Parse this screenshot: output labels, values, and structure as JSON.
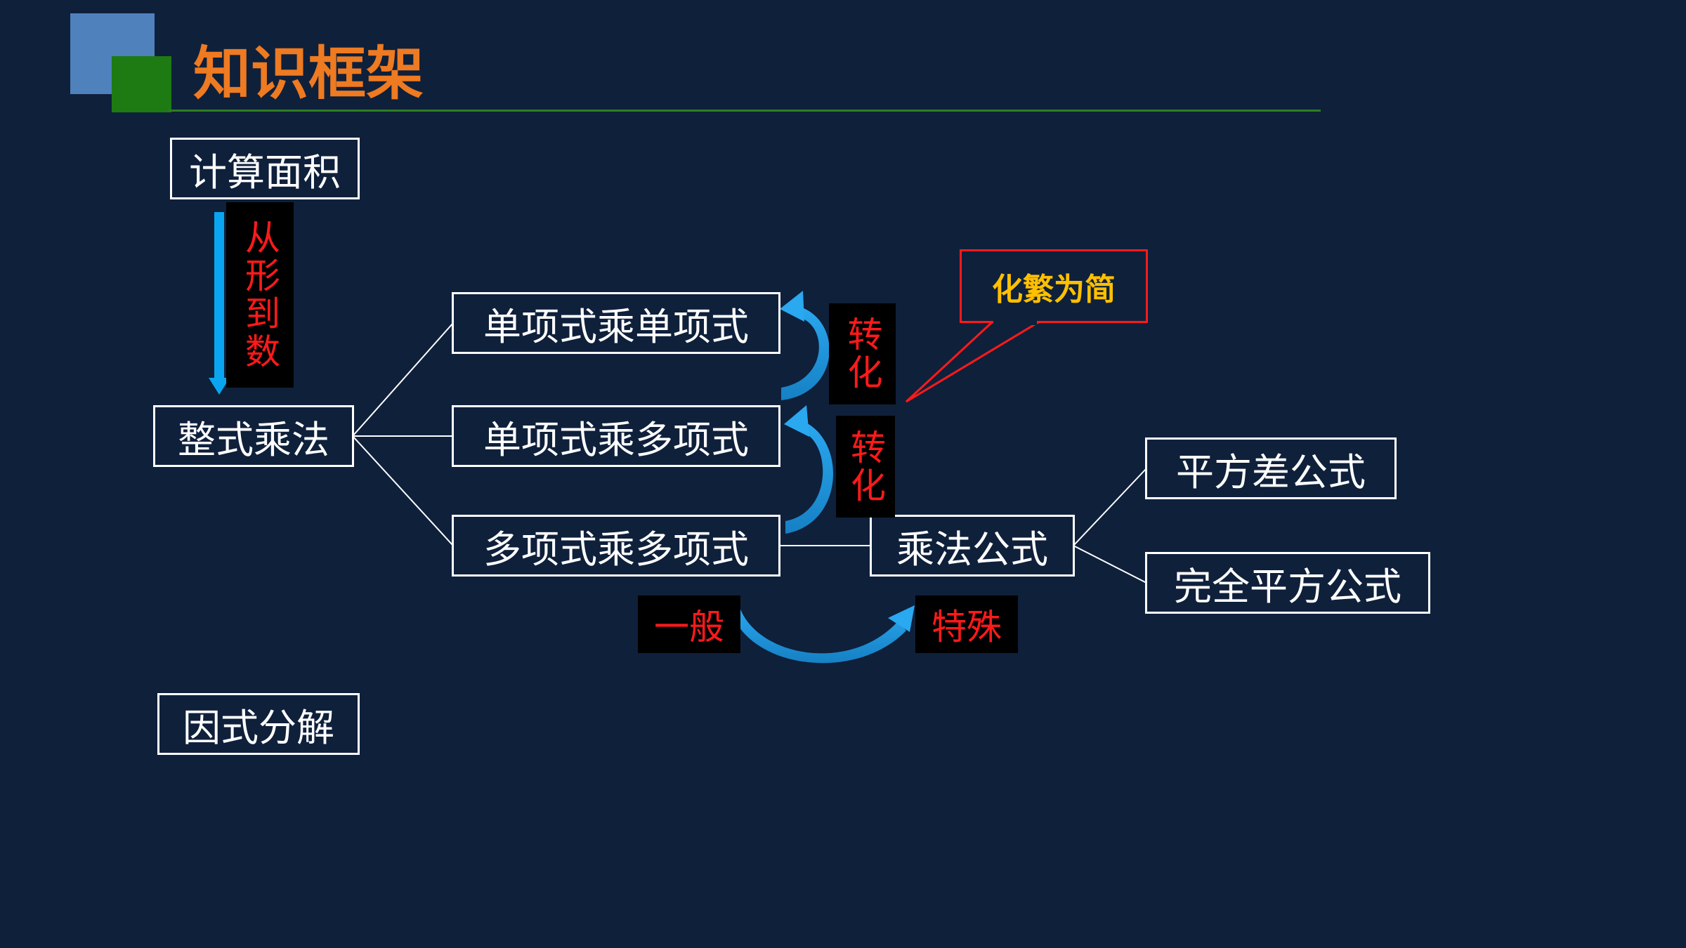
{
  "title": "知识框架",
  "colors": {
    "background": "#0f203b",
    "title": "#ee7a21",
    "accent_blue": "#4f81bd",
    "accent_green": "#1e7a12",
    "header_line": "#2e7d22",
    "arrow": "#1aa3e8",
    "red_text": "#ff1a1a",
    "callout_border": "#ff1a1a",
    "callout_text": "#ffc000"
  },
  "nodes": {
    "compute_area": "计算面积",
    "integer_mult": "整式乘法",
    "factorization": "因式分解",
    "mono_mono": "单项式乘单项式",
    "mono_poly": "单项式乘多项式",
    "poly_poly": "多项式乘多项式",
    "mult_formula": "乘法公式",
    "diff_squares": "平方差公式",
    "perfect_square": "完全平方公式"
  },
  "labels": {
    "shape_to_number": "从形到数",
    "transform_1": "转化",
    "transform_2": "转化",
    "general": "一般",
    "special": "特殊",
    "callout": "化繁为简"
  },
  "icons": {
    "down_arrow": "down-arrow-icon",
    "curved_up_arrow": "curved-up-arrow-icon",
    "curved_right_arrow": "curved-right-arrow-icon"
  }
}
